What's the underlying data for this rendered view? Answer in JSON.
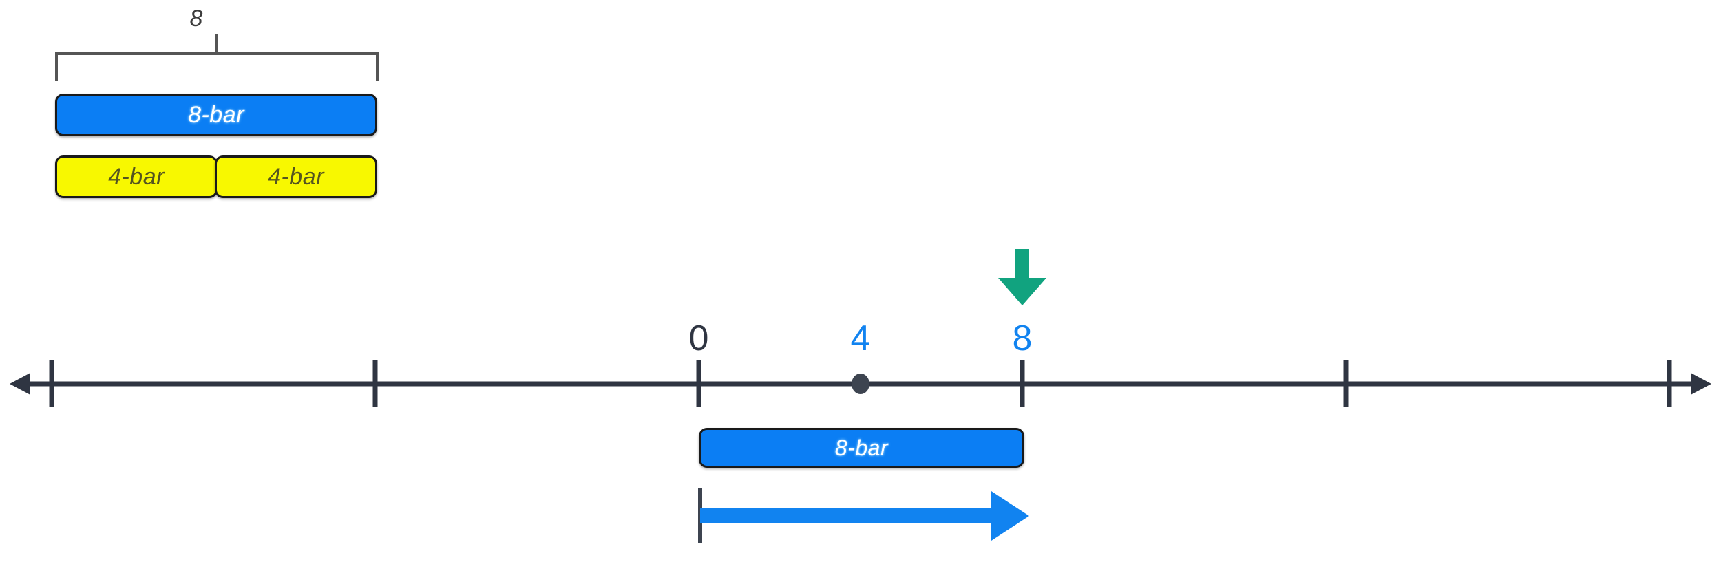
{
  "diagram": {
    "title": "bar-model-number-line",
    "colors": {
      "bar_blue": "#0b7ef4",
      "bar_yellow": "#f8f800",
      "bar_outline": "#1a1a1a",
      "axis": "#2f3542",
      "label_blue": "#1183f0",
      "label_dark": "#2f3542",
      "marker_green": "#11a37f",
      "bracket_gray": "#555555"
    }
  },
  "bar_model": {
    "bracket": {
      "label": "8"
    },
    "whole_bar": {
      "label": "8-bar",
      "value": 8,
      "color": "#0b7ef4"
    },
    "parts": [
      {
        "label": "4-bar",
        "value": 4,
        "color": "#f8f800"
      },
      {
        "label": "4-bar",
        "value": 4,
        "color": "#f8f800"
      }
    ]
  },
  "number_line": {
    "tick_labels": [
      {
        "text": "0",
        "value": 0,
        "color": "dark"
      },
      {
        "text": "4",
        "value": 4,
        "color": "blue"
      },
      {
        "text": "8",
        "value": 8,
        "color": "blue"
      }
    ],
    "point_marker": {
      "value": 4,
      "shape": "dot"
    },
    "target_marker": {
      "value": 8,
      "shape": "down-arrow",
      "color": "#11a37f"
    },
    "jump_bar": {
      "label": "8-bar",
      "from": 0,
      "to": 8,
      "color": "#0b7ef4"
    },
    "jump_arrow": {
      "from": 0,
      "to": 8,
      "color": "#1183f0",
      "direction": "right"
    },
    "tick_count": 6,
    "left_arrowhead": true,
    "right_arrowhead": true
  },
  "chart_data": {
    "type": "bar",
    "title": "",
    "categories": [
      "8-bar",
      "4-bar",
      "4-bar"
    ],
    "values": [
      8,
      4,
      4
    ],
    "xlabel": "",
    "ylabel": "",
    "ylim": [
      0,
      8
    ],
    "number_line_range": [
      -8,
      32
    ],
    "number_line_ticks": [
      -8,
      -4,
      0,
      4,
      8,
      12
    ],
    "marked_points": [
      4,
      8
    ],
    "grid": false,
    "legend": "none"
  }
}
